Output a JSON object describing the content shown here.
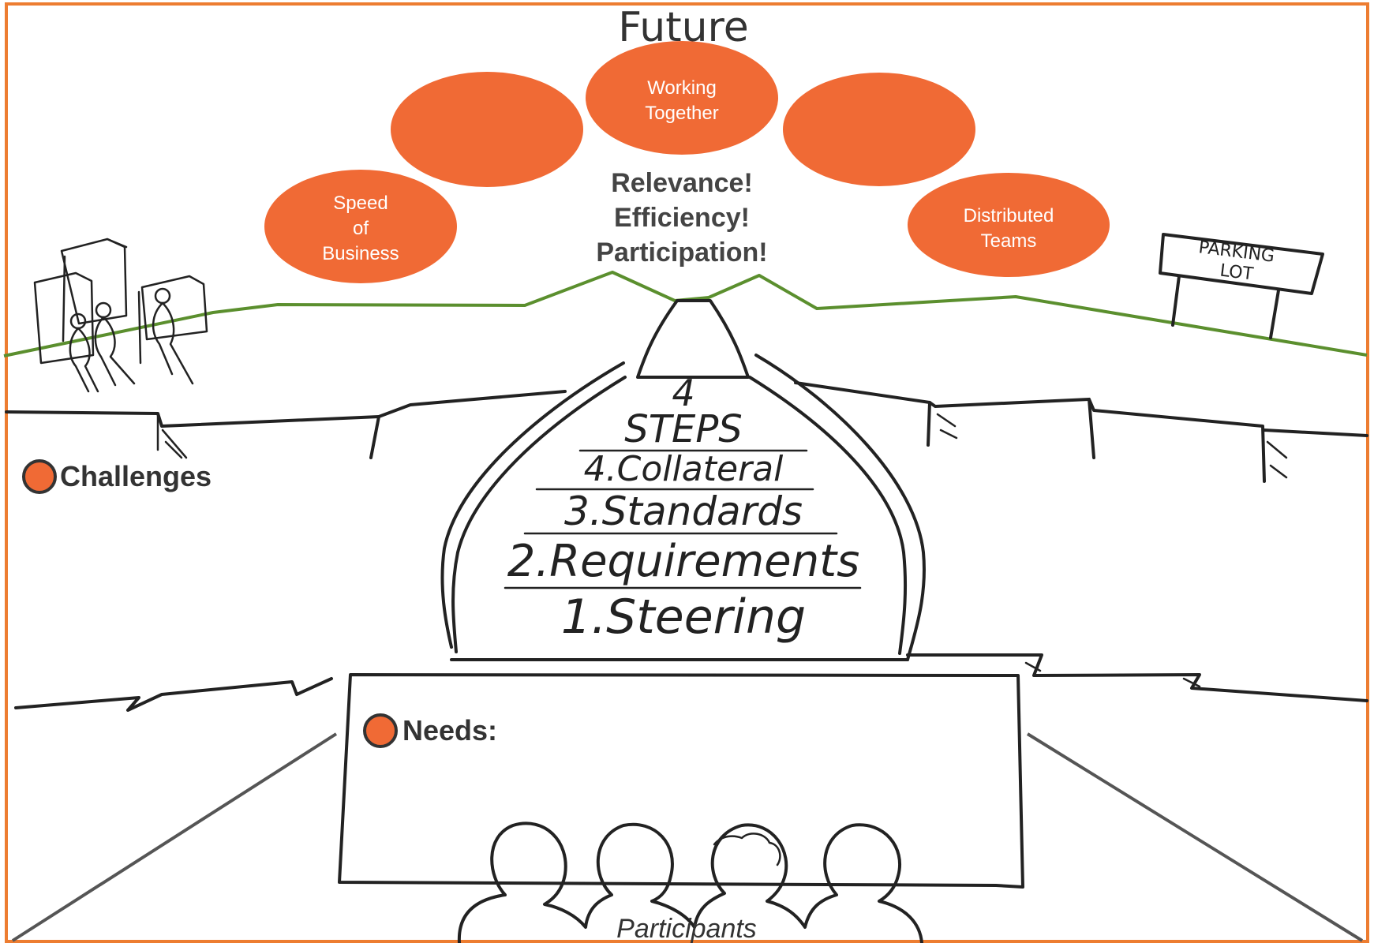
{
  "title": "Future",
  "bubbles": [
    {
      "id": "speed",
      "lines": [
        "Speed",
        "of",
        "Business"
      ]
    },
    {
      "id": "blank-left",
      "lines": []
    },
    {
      "id": "working",
      "lines": [
        "Working",
        "Together"
      ]
    },
    {
      "id": "blank-right",
      "lines": []
    },
    {
      "id": "distributed",
      "lines": [
        "Distributed",
        "Teams"
      ]
    }
  ],
  "slogans": [
    "Relevance!",
    "Efficiency!",
    "Participation!"
  ],
  "steps": {
    "number": "4",
    "heading": "STEPS",
    "items": [
      "4.Collateral",
      "3.Standards",
      "2.Requirements",
      "1.Steering"
    ]
  },
  "challenges_label": "Challenges",
  "needs_label": "Needs:",
  "participants_label": "Participants",
  "parking_sign": [
    "PARKING",
    "LOT"
  ],
  "colors": {
    "frame": "#ED7D31",
    "bubble": "#F06A35",
    "horizon": "#5B8F2E",
    "ink": "#222222"
  }
}
